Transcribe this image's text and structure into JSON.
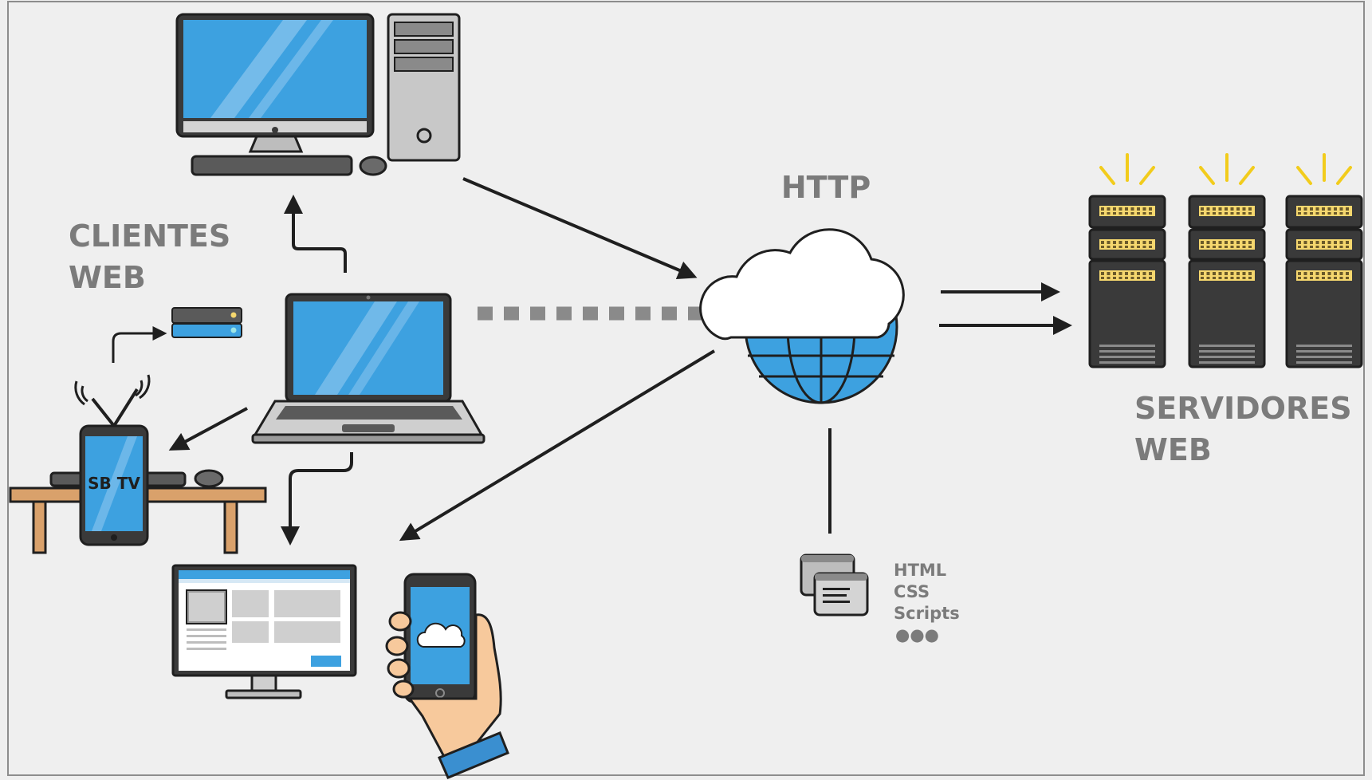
{
  "labels": {
    "clients_line1": "CLIENTES",
    "clients_line2": "WEB",
    "protocol": "HTTP",
    "servers_line1": "SERVIDORES",
    "servers_line2": "WEB",
    "tv_label": "SB TV",
    "resources": [
      "HTML",
      "CSS",
      "Scripts"
    ],
    "more_dots": "●●●"
  },
  "nodes": [
    {
      "id": "desktop-pc",
      "icon": "desktop-computer-icon"
    },
    {
      "id": "laptop",
      "icon": "laptop-icon"
    },
    {
      "id": "router",
      "icon": "router-icon"
    },
    {
      "id": "smart-tv",
      "icon": "smart-tv-icon"
    },
    {
      "id": "browser-monitor",
      "icon": "browser-monitor-icon"
    },
    {
      "id": "smartphone",
      "icon": "smartphone-in-hand-icon"
    },
    {
      "id": "internet-cloud",
      "icon": "cloud-globe-icon"
    },
    {
      "id": "server-1",
      "icon": "server-rack-icon"
    },
    {
      "id": "server-2",
      "icon": "server-rack-icon"
    },
    {
      "id": "server-3",
      "icon": "server-rack-icon"
    },
    {
      "id": "documents",
      "icon": "documents-icon"
    }
  ],
  "colors": {
    "background": "#efefef",
    "screen_blue": "#3da1e0",
    "label_gray": "#7b7b7b",
    "server_dark": "#3a3a3a",
    "server_light": "#f5d76e",
    "signal_yellow": "#f2cc1c",
    "wood": "#d9a16b",
    "skin": "#f7c99c",
    "sleeve": "#3a8fd0"
  }
}
